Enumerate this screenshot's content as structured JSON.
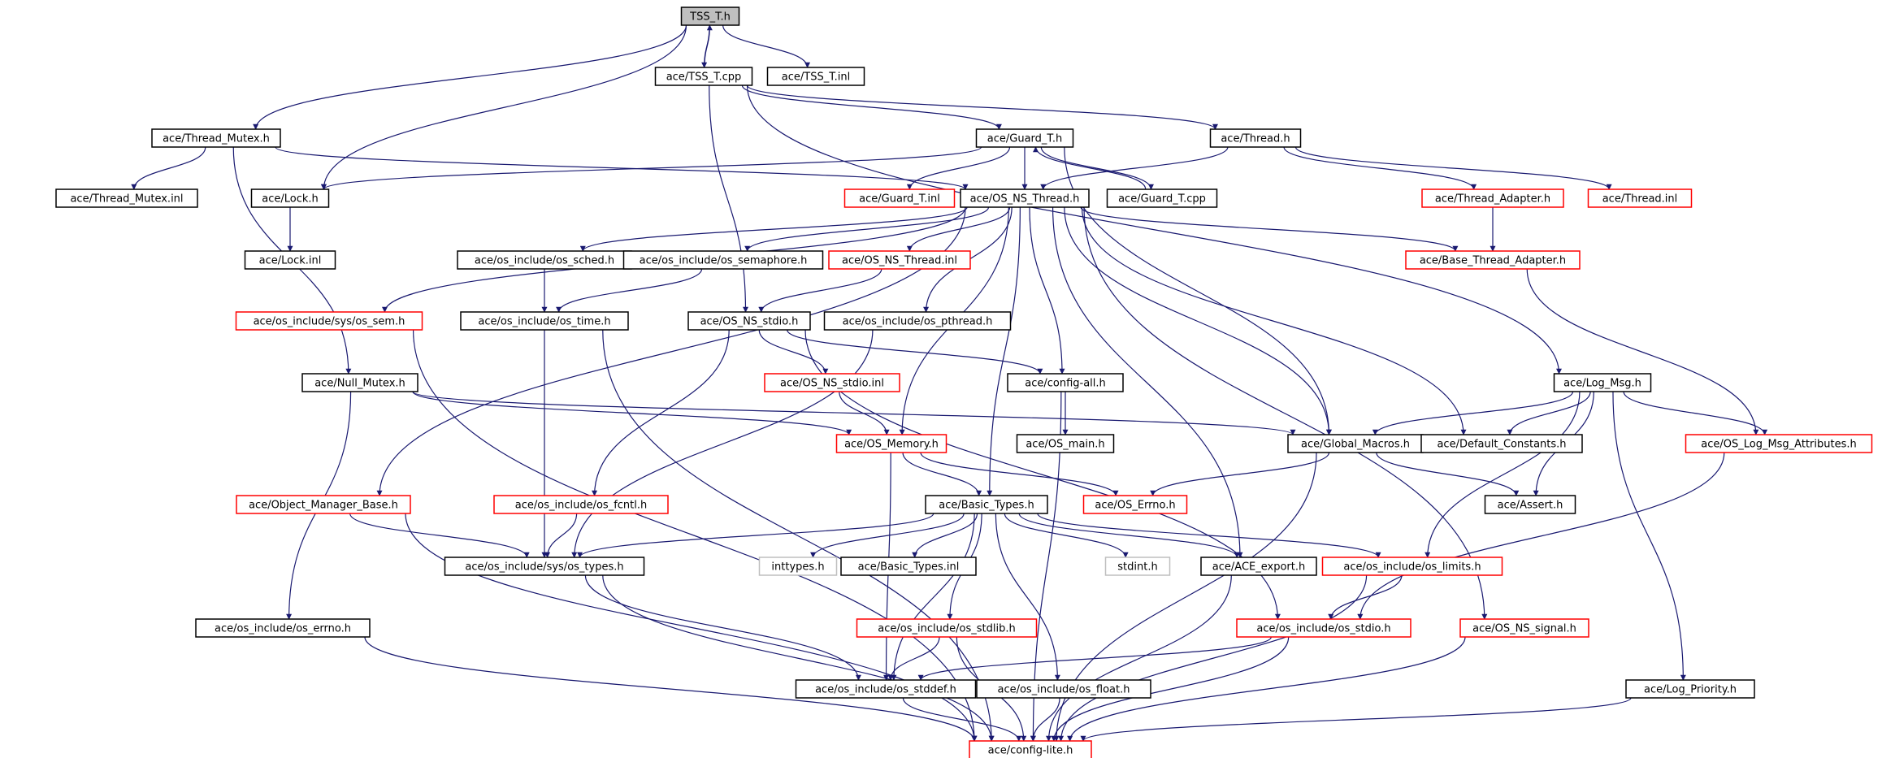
{
  "colors": {
    "edge": "#191970",
    "border_normal": "#000000",
    "border_truncated": "#ff0000",
    "border_external": "#bfbfbf",
    "root_fill": "#bfbfbf",
    "fill": "#ffffff"
  },
  "nodes": [
    {
      "id": "tss_t_h",
      "label": "TSS_T.h",
      "kind": "root"
    },
    {
      "id": "tss_t_cpp",
      "label": "ace/TSS_T.cpp",
      "kind": "normal"
    },
    {
      "id": "tss_t_inl",
      "label": "ace/TSS_T.inl",
      "kind": "normal"
    },
    {
      "id": "thread_mutex_h",
      "label": "ace/Thread_Mutex.h",
      "kind": "normal"
    },
    {
      "id": "thread_mutex_inl",
      "label": "ace/Thread_Mutex.inl",
      "kind": "normal"
    },
    {
      "id": "guard_t_h",
      "label": "ace/Guard_T.h",
      "kind": "normal"
    },
    {
      "id": "thread_h",
      "label": "ace/Thread.h",
      "kind": "normal"
    },
    {
      "id": "lock_h",
      "label": "ace/Lock.h",
      "kind": "normal"
    },
    {
      "id": "guard_t_inl",
      "label": "ace/Guard_T.inl",
      "kind": "truncated"
    },
    {
      "id": "os_ns_thread_h",
      "label": "ace/OS_NS_Thread.h",
      "kind": "normal"
    },
    {
      "id": "guard_t_cpp",
      "label": "ace/Guard_T.cpp",
      "kind": "normal"
    },
    {
      "id": "thread_adapter_h",
      "label": "ace/Thread_Adapter.h",
      "kind": "truncated"
    },
    {
      "id": "thread_inl",
      "label": "ace/Thread.inl",
      "kind": "truncated"
    },
    {
      "id": "lock_inl",
      "label": "ace/Lock.inl",
      "kind": "normal"
    },
    {
      "id": "os_sched_h",
      "label": "ace/os_include/os_sched.h",
      "kind": "normal"
    },
    {
      "id": "os_semaphore_h",
      "label": "ace/os_include/os_semaphore.h",
      "kind": "normal"
    },
    {
      "id": "os_ns_thread_inl",
      "label": "ace/OS_NS_Thread.inl",
      "kind": "truncated"
    },
    {
      "id": "base_thread_adapter_h",
      "label": "ace/Base_Thread_Adapter.h",
      "kind": "truncated"
    },
    {
      "id": "os_sem_h",
      "label": "ace/os_include/sys/os_sem.h",
      "kind": "truncated"
    },
    {
      "id": "os_time_h",
      "label": "ace/os_include/os_time.h",
      "kind": "normal"
    },
    {
      "id": "os_ns_stdio_h",
      "label": "ace/OS_NS_stdio.h",
      "kind": "normal"
    },
    {
      "id": "os_pthread_h",
      "label": "ace/os_include/os_pthread.h",
      "kind": "normal"
    },
    {
      "id": "null_mutex_h",
      "label": "ace/Null_Mutex.h",
      "kind": "normal"
    },
    {
      "id": "os_ns_stdio_inl",
      "label": "ace/OS_NS_stdio.inl",
      "kind": "truncated"
    },
    {
      "id": "config_all_h",
      "label": "ace/config-all.h",
      "kind": "normal"
    },
    {
      "id": "log_msg_h",
      "label": "ace/Log_Msg.h",
      "kind": "normal"
    },
    {
      "id": "os_memory_h",
      "label": "ace/OS_Memory.h",
      "kind": "truncated"
    },
    {
      "id": "os_main_h",
      "label": "ace/OS_main.h",
      "kind": "normal"
    },
    {
      "id": "global_macros_h",
      "label": "ace/Global_Macros.h",
      "kind": "normal"
    },
    {
      "id": "default_constants_h",
      "label": "ace/Default_Constants.h",
      "kind": "normal"
    },
    {
      "id": "os_log_msg_attributes_h",
      "label": "ace/OS_Log_Msg_Attributes.h",
      "kind": "truncated"
    },
    {
      "id": "object_manager_base_h",
      "label": "ace/Object_Manager_Base.h",
      "kind": "truncated"
    },
    {
      "id": "os_fcntl_h",
      "label": "ace/os_include/os_fcntl.h",
      "kind": "truncated"
    },
    {
      "id": "basic_types_h",
      "label": "ace/Basic_Types.h",
      "kind": "normal"
    },
    {
      "id": "os_errno_h",
      "label": "ace/OS_Errno.h",
      "kind": "truncated"
    },
    {
      "id": "assert_h",
      "label": "ace/Assert.h",
      "kind": "normal"
    },
    {
      "id": "os_types_h",
      "label": "ace/os_include/sys/os_types.h",
      "kind": "normal"
    },
    {
      "id": "inttypes_h",
      "label": "inttypes.h",
      "kind": "external"
    },
    {
      "id": "basic_types_inl",
      "label": "ace/Basic_Types.inl",
      "kind": "normal"
    },
    {
      "id": "stdint_h",
      "label": "stdint.h",
      "kind": "external"
    },
    {
      "id": "ace_export_h",
      "label": "ace/ACE_export.h",
      "kind": "normal"
    },
    {
      "id": "os_limits_h",
      "label": "ace/os_include/os_limits.h",
      "kind": "truncated"
    },
    {
      "id": "os_include_errno_h",
      "label": "ace/os_include/os_errno.h",
      "kind": "normal"
    },
    {
      "id": "os_stdlib_h",
      "label": "ace/os_include/os_stdlib.h",
      "kind": "truncated"
    },
    {
      "id": "os_stdio_h",
      "label": "ace/os_include/os_stdio.h",
      "kind": "truncated"
    },
    {
      "id": "os_ns_signal_h",
      "label": "ace/OS_NS_signal.h",
      "kind": "truncated"
    },
    {
      "id": "os_stddef_h",
      "label": "ace/os_include/os_stddef.h",
      "kind": "normal"
    },
    {
      "id": "os_float_h",
      "label": "ace/os_include/os_float.h",
      "kind": "normal"
    },
    {
      "id": "log_priority_h",
      "label": "ace/Log_Priority.h",
      "kind": "normal"
    },
    {
      "id": "config_lite_h",
      "label": "ace/config-lite.h",
      "kind": "truncated"
    }
  ],
  "edges": [
    [
      "tss_t_h",
      "tss_t_cpp"
    ],
    [
      "tss_t_cpp",
      "tss_t_h"
    ],
    [
      "tss_t_h",
      "tss_t_inl"
    ],
    [
      "tss_t_h",
      "thread_mutex_h"
    ],
    [
      "tss_t_h",
      "lock_h"
    ],
    [
      "tss_t_cpp",
      "guard_t_h"
    ],
    [
      "tss_t_cpp",
      "thread_h"
    ],
    [
      "tss_t_cpp",
      "log_msg_h"
    ],
    [
      "tss_t_cpp",
      "os_ns_stdio_h"
    ],
    [
      "thread_mutex_h",
      "thread_mutex_inl"
    ],
    [
      "thread_mutex_h",
      "os_ns_thread_h"
    ],
    [
      "thread_mutex_h",
      "null_mutex_h"
    ],
    [
      "guard_t_h",
      "lock_h"
    ],
    [
      "guard_t_h",
      "guard_t_inl"
    ],
    [
      "guard_t_h",
      "os_ns_thread_h"
    ],
    [
      "guard_t_h",
      "guard_t_cpp"
    ],
    [
      "guard_t_cpp",
      "guard_t_h"
    ],
    [
      "guard_t_h",
      "global_macros_h"
    ],
    [
      "thread_h",
      "os_ns_thread_h"
    ],
    [
      "thread_h",
      "thread_adapter_h"
    ],
    [
      "thread_h",
      "thread_inl"
    ],
    [
      "thread_adapter_h",
      "base_thread_adapter_h"
    ],
    [
      "lock_h",
      "lock_inl"
    ],
    [
      "os_ns_thread_h",
      "os_sched_h"
    ],
    [
      "os_ns_thread_h",
      "os_semaphore_h"
    ],
    [
      "os_ns_thread_h",
      "os_ns_thread_inl"
    ],
    [
      "os_ns_thread_h",
      "base_thread_adapter_h"
    ],
    [
      "os_ns_thread_h",
      "os_sem_h"
    ],
    [
      "os_ns_thread_h",
      "object_manager_base_h"
    ],
    [
      "os_ns_thread_h",
      "os_pthread_h"
    ],
    [
      "os_ns_thread_h",
      "config_all_h"
    ],
    [
      "os_ns_thread_h",
      "os_memory_h"
    ],
    [
      "os_ns_thread_h",
      "basic_types_h"
    ],
    [
      "os_ns_thread_h",
      "global_macros_h"
    ],
    [
      "os_ns_thread_h",
      "default_constants_h"
    ],
    [
      "os_ns_thread_h",
      "ace_export_h"
    ],
    [
      "os_ns_thread_h",
      "os_ns_signal_h"
    ],
    [
      "os_sched_h",
      "os_time_h"
    ],
    [
      "os_semaphore_h",
      "os_time_h"
    ],
    [
      "os_ns_thread_inl",
      "os_ns_stdio_h"
    ],
    [
      "base_thread_adapter_h",
      "os_log_msg_attributes_h"
    ],
    [
      "os_sem_h",
      "config_lite_h"
    ],
    [
      "os_time_h",
      "os_types_h"
    ],
    [
      "os_time_h",
      "config_lite_h"
    ],
    [
      "os_ns_stdio_h",
      "os_ns_stdio_inl"
    ],
    [
      "os_ns_stdio_h",
      "config_all_h"
    ],
    [
      "os_ns_stdio_h",
      "os_fcntl_h"
    ],
    [
      "os_ns_stdio_h",
      "os_stdio_h"
    ],
    [
      "os_pthread_h",
      "os_types_h"
    ],
    [
      "null_mutex_h",
      "os_memory_h"
    ],
    [
      "null_mutex_h",
      "global_macros_h"
    ],
    [
      "null_mutex_h",
      "os_include_errno_h"
    ],
    [
      "os_ns_stdio_inl",
      "os_memory_h"
    ],
    [
      "config_all_h",
      "os_main_h"
    ],
    [
      "config_all_h",
      "config_lite_h"
    ],
    [
      "log_msg_h",
      "global_macros_h"
    ],
    [
      "log_msg_h",
      "default_constants_h"
    ],
    [
      "log_msg_h",
      "os_log_msg_attributes_h"
    ],
    [
      "log_msg_h",
      "assert_h"
    ],
    [
      "log_msg_h",
      "os_limits_h"
    ],
    [
      "log_msg_h",
      "log_priority_h"
    ],
    [
      "os_memory_h",
      "basic_types_h"
    ],
    [
      "os_memory_h",
      "os_errno_h"
    ],
    [
      "os_memory_h",
      "os_stddef_h"
    ],
    [
      "global_macros_h",
      "os_errno_h"
    ],
    [
      "global_macros_h",
      "assert_h"
    ],
    [
      "global_macros_h",
      "config_lite_h"
    ],
    [
      "os_log_msg_attributes_h",
      "os_stdio_h"
    ],
    [
      "object_manager_base_h",
      "os_types_h"
    ],
    [
      "object_manager_base_h",
      "config_lite_h"
    ],
    [
      "os_fcntl_h",
      "os_types_h"
    ],
    [
      "basic_types_h",
      "os_types_h"
    ],
    [
      "basic_types_h",
      "inttypes_h"
    ],
    [
      "basic_types_h",
      "basic_types_inl"
    ],
    [
      "basic_types_h",
      "stdint_h"
    ],
    [
      "basic_types_h",
      "ace_export_h"
    ],
    [
      "basic_types_h",
      "os_limits_h"
    ],
    [
      "basic_types_h",
      "os_stdlib_h"
    ],
    [
      "basic_types_h",
      "os_float_h"
    ],
    [
      "basic_types_h",
      "os_stddef_h"
    ],
    [
      "os_types_h",
      "os_stddef_h"
    ],
    [
      "os_types_h",
      "config_lite_h"
    ],
    [
      "ace_export_h",
      "config_lite_h"
    ],
    [
      "os_limits_h",
      "os_stdio_h"
    ],
    [
      "os_limits_h",
      "config_lite_h"
    ],
    [
      "os_include_errno_h",
      "config_lite_h"
    ],
    [
      "os_stdlib_h",
      "os_stddef_h"
    ],
    [
      "os_stdlib_h",
      "config_lite_h"
    ],
    [
      "os_stdio_h",
      "os_stddef_h"
    ],
    [
      "os_stdio_h",
      "config_lite_h"
    ],
    [
      "os_ns_signal_h",
      "config_lite_h"
    ],
    [
      "os_stddef_h",
      "config_lite_h"
    ],
    [
      "os_float_h",
      "config_lite_h"
    ],
    [
      "log_priority_h",
      "config_lite_h"
    ]
  ]
}
